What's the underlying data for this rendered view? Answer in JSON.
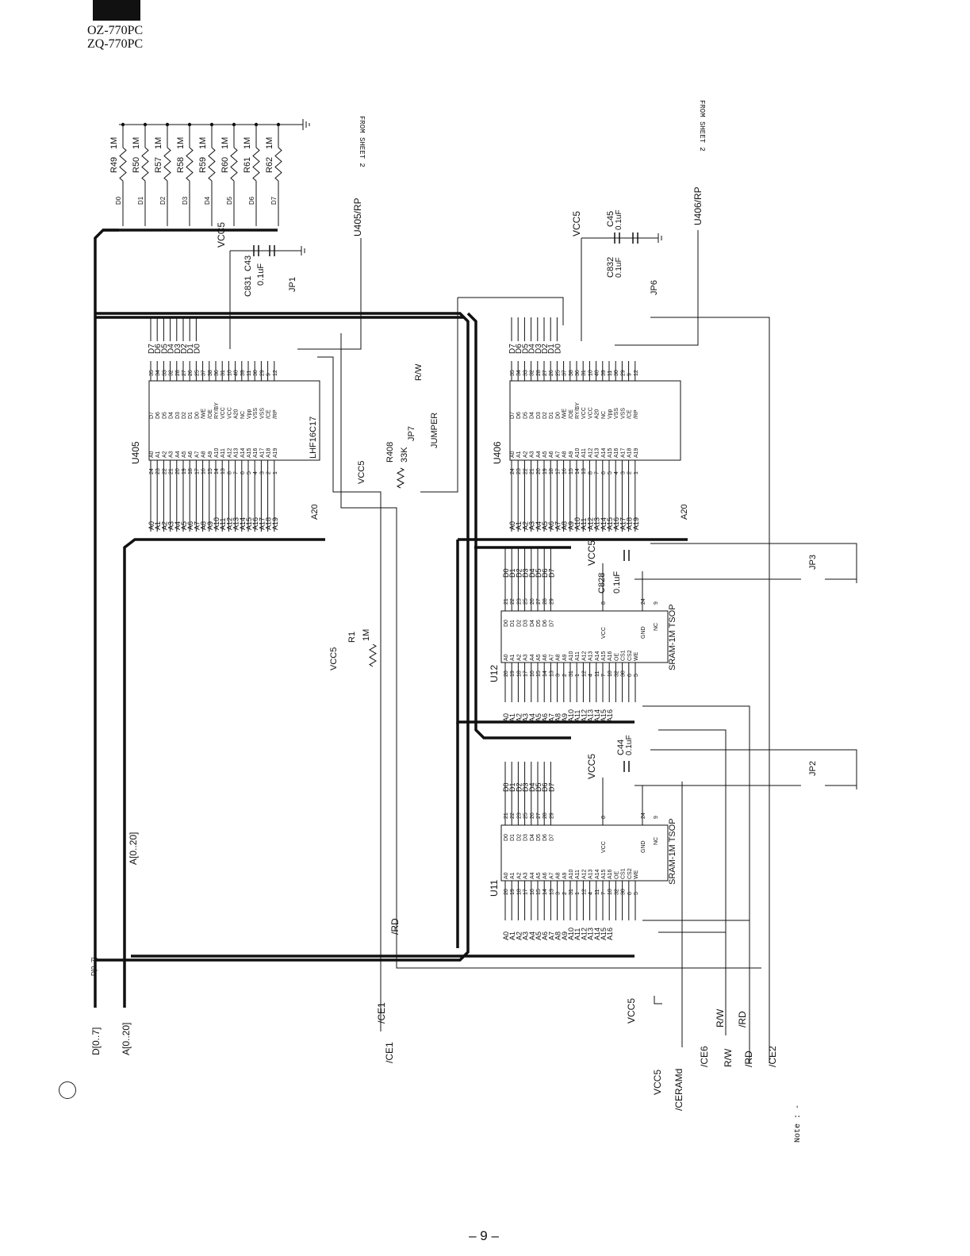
{
  "header": {
    "model_lines": [
      "OZ-770PC",
      "ZQ-770PC"
    ]
  },
  "footer": {
    "page_number": "– 9 –",
    "note": "Note : -"
  },
  "sources": {
    "from_sheet": "FROM SHEET 2",
    "u405_rp": "U405/RP",
    "u406_rp": "U406/RP"
  },
  "resistors": [
    {
      "ref": "R49",
      "value": "1M",
      "net": "D0"
    },
    {
      "ref": "R50",
      "value": "1M",
      "net": "D1"
    },
    {
      "ref": "R57",
      "value": "1M",
      "net": "D2"
    },
    {
      "ref": "R58",
      "value": "1M",
      "net": "D3"
    },
    {
      "ref": "R59",
      "value": "1M",
      "net": "D4"
    },
    {
      "ref": "R60",
      "value": "1M",
      "net": "D5"
    },
    {
      "ref": "R61",
      "value": "1M",
      "net": "D6"
    },
    {
      "ref": "R62",
      "value": "1M",
      "net": "D7"
    }
  ],
  "top_caps": {
    "vcc": "VCC5",
    "c831": "C831",
    "c43": "C43",
    "value": "0.1uF",
    "jumper": "JP1"
  },
  "top_caps2": {
    "vcc": "VCC5",
    "c832": "C832",
    "c832_value": "0.1uF",
    "c45": "C45",
    "c45_value": "0.1uF",
    "jumper": "JP6"
  },
  "u405": {
    "ref": "U405",
    "part": "LHF16C17",
    "left_pins": [
      "D7",
      "D6",
      "D5",
      "D4",
      "D3",
      "D2",
      "D1",
      "D0",
      "/WE",
      "/OE",
      "RY/BY",
      "VCC",
      "VCC",
      "A20",
      "NC",
      "Vpp",
      "VSS",
      "VSS",
      "/CE",
      "/RP"
    ],
    "left_nums": [
      "35",
      "34",
      "33",
      "32",
      "28",
      "27",
      "26",
      "25",
      "37",
      "38",
      "36",
      "31",
      "10",
      "40",
      "39",
      "11",
      "30",
      "29",
      "9",
      "12"
    ],
    "right_pins": [
      "A0",
      "A1",
      "A2",
      "A3",
      "A4",
      "A5",
      "A6",
      "A7",
      "A8",
      "A9",
      "A10",
      "A11",
      "A12",
      "A13",
      "A14",
      "A15",
      "A16",
      "A17",
      "A18",
      "A19"
    ],
    "right_nums": [
      "24",
      "23",
      "22",
      "21",
      "20",
      "19",
      "18",
      "17",
      "16",
      "15",
      "14",
      "13",
      "8",
      "7",
      "6",
      "5",
      "4",
      "3",
      "2",
      "1"
    ],
    "data_nets": [
      "D7",
      "D6",
      "D5",
      "D4",
      "D3",
      "D2",
      "D1",
      "D0"
    ],
    "addr_nets": [
      "A0",
      "A1",
      "A2",
      "A3",
      "A4",
      "A5",
      "A6",
      "A7",
      "A8",
      "A9",
      "A10",
      "A11",
      "A12",
      "A13",
      "A14",
      "A15",
      "A16",
      "A17",
      "A18",
      "A19"
    ],
    "a20": "A20"
  },
  "u406": {
    "ref": "U406",
    "part": "",
    "left_pins": [
      "D7",
      "D6",
      "D5",
      "D4",
      "D3",
      "D2",
      "D1",
      "D0",
      "/WE",
      "/OE",
      "RY/BY",
      "VCC",
      "VCC",
      "A20",
      "NC",
      "Vpp",
      "VSS",
      "VSS",
      "/CE",
      "/RP"
    ],
    "left_nums": [
      "35",
      "34",
      "33",
      "32",
      "28",
      "27",
      "26",
      "25",
      "37",
      "38",
      "36",
      "31",
      "10",
      "40",
      "39",
      "11",
      "30",
      "29",
      "9",
      "12"
    ],
    "right_pins": [
      "A0",
      "A1",
      "A2",
      "A3",
      "A4",
      "A5",
      "A6",
      "A7",
      "A8",
      "A9",
      "A10",
      "A11",
      "A12",
      "A13",
      "A14",
      "A15",
      "A16",
      "A17",
      "A18",
      "A19"
    ],
    "right_nums": [
      "24",
      "23",
      "22",
      "21",
      "20",
      "19",
      "18",
      "17",
      "16",
      "15",
      "14",
      "13",
      "8",
      "7",
      "6",
      "5",
      "4",
      "3",
      "2",
      "1"
    ],
    "data_nets": [
      "D7",
      "D6",
      "D5",
      "D4",
      "D3",
      "D2",
      "D1",
      "D0"
    ],
    "addr_nets": [
      "A0",
      "A1",
      "A2",
      "A3",
      "A4",
      "A5",
      "A6",
      "A7",
      "A8",
      "A9",
      "A10",
      "A11",
      "A12",
      "A13",
      "A14",
      "A15",
      "A16",
      "A17",
      "A18",
      "A19"
    ],
    "a20": "A20"
  },
  "jp7": {
    "r408": "R408",
    "r408_value": "33K",
    "jp": "JP7",
    "jumper": "JUMPER",
    "vcc": "VCC5",
    "rw": "R/W"
  },
  "r1": {
    "ref": "R1",
    "value": "1M",
    "vcc": "VCC5"
  },
  "u12": {
    "ref": "U12",
    "part": "SRAM-1M TSOP",
    "d_pins": [
      "D0",
      "D1",
      "D2",
      "D3",
      "D4",
      "D5",
      "D6",
      "D7"
    ],
    "d_nums": [
      "21",
      "22",
      "23",
      "25",
      "26",
      "27",
      "28",
      "29"
    ],
    "a_pins": [
      "A0",
      "A1",
      "A2",
      "A3",
      "A4",
      "A5",
      "A6",
      "A7",
      "A8",
      "A9",
      "A10",
      "A11",
      "A12",
      "A13",
      "A14",
      "A15",
      "A16",
      "OE",
      "CS1",
      "CS2",
      "WE"
    ],
    "a_nums": [
      "20",
      "19",
      "18",
      "17",
      "16",
      "15",
      "14",
      "13",
      "3",
      "2",
      "31",
      "1",
      "12",
      "4",
      "11",
      "7",
      "10",
      "32",
      "30",
      "6",
      "5"
    ],
    "vcc": "VCC",
    "vcc_num": "8",
    "gnd": "GND",
    "gnd_num": "24",
    "nc": "NC",
    "nc_num": "9",
    "data_nets": [
      "D0",
      "D1",
      "D2",
      "D3",
      "D4",
      "D5",
      "D6",
      "D7"
    ],
    "addr_nets": [
      "A0",
      "A1",
      "A2",
      "A3",
      "A4",
      "A5",
      "A6",
      "A7",
      "A8",
      "A9",
      "A10",
      "A11",
      "A12",
      "A13",
      "A14",
      "A15",
      "A16"
    ]
  },
  "u11": {
    "ref": "U11",
    "part": "SRAM-1M TSOP",
    "d_pins": [
      "D0",
      "D1",
      "D2",
      "D3",
      "D4",
      "D5",
      "D6",
      "D7"
    ],
    "d_nums": [
      "21",
      "22",
      "23",
      "25",
      "26",
      "27",
      "28",
      "29"
    ],
    "a_pins": [
      "A0",
      "A1",
      "A2",
      "A3",
      "A4",
      "A5",
      "A6",
      "A7",
      "A8",
      "A9",
      "A10",
      "A11",
      "A12",
      "A13",
      "A14",
      "A15",
      "A16",
      "OE",
      "CS1",
      "CS2",
      "WE"
    ],
    "a_nums": [
      "20",
      "19",
      "18",
      "17",
      "16",
      "15",
      "14",
      "13",
      "3",
      "2",
      "31",
      "1",
      "12",
      "4",
      "11",
      "7",
      "10",
      "32",
      "30",
      "6",
      "5"
    ],
    "vcc": "VCC",
    "vcc_num": "8",
    "gnd": "GND",
    "gnd_num": "24",
    "nc": "NC",
    "nc_num": "9",
    "data_nets": [
      "D0",
      "D1",
      "D2",
      "D3",
      "D4",
      "D5",
      "D6",
      "D7"
    ],
    "addr_nets": [
      "A0",
      "A1",
      "A2",
      "A3",
      "A4",
      "A5",
      "A6",
      "A7",
      "A8",
      "A9",
      "A10",
      "A11",
      "A12",
      "A13",
      "A14",
      "A15",
      "A16"
    ]
  },
  "c828": {
    "ref": "C828",
    "value": "0.1uF",
    "vcc": "VCC5",
    "jp": "JP3"
  },
  "c44": {
    "ref": "C44",
    "value": "0.1uF",
    "vcc": "VCC5",
    "jp": "JP2"
  },
  "buses": {
    "d_bus": "D[0..7]",
    "a_bus": "A[0..20]",
    "d_bus_small": "D[0..7]"
  },
  "signals": {
    "ce1_label": "/CE1",
    "ce1_port": "/CE1",
    "rd_label": "/RD",
    "vcc5_label": "VCC5",
    "vcc5_port": "VCC5",
    "ceramd": "/CERAMd",
    "ce6": "/CE6",
    "rw_label": "R/W",
    "rw_port": "R/W",
    "rd2_label": "/RD",
    "rd_port": "/RD",
    "ce2": "/CE2"
  }
}
